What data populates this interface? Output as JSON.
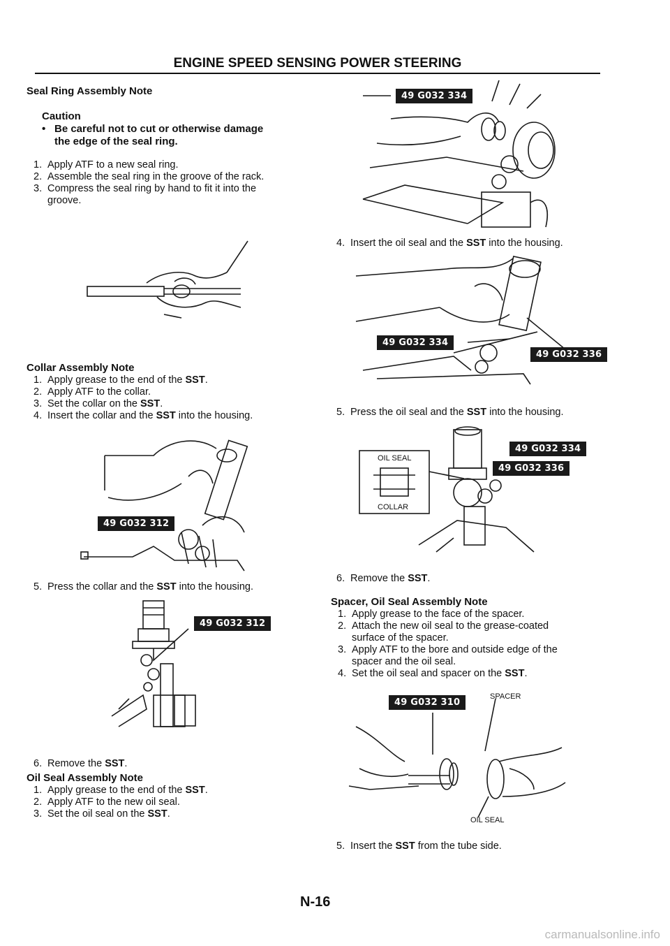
{
  "header": {
    "title": "ENGINE SPEED SENSING POWER STEERING"
  },
  "seal_ring": {
    "title": "Seal Ring Assembly Note",
    "caution_title": "Caution",
    "caution_line1": "Be careful not to cut or otherwise damage",
    "caution_line2": "the edge of the seal ring.",
    "steps": [
      {
        "n": "1.",
        "text": "Apply ATF to a new seal ring."
      },
      {
        "n": "2.",
        "text": "Assemble the seal ring in the groove of the rack."
      },
      {
        "n": "3.",
        "text": "Compress the seal ring by hand to fit it into the"
      },
      {
        "n": "",
        "text": "groove."
      }
    ]
  },
  "collar": {
    "title": "Collar Assembly Note",
    "steps": [
      {
        "n": "1.",
        "pre": "Apply grease to the end of the ",
        "b": "SST",
        "post": "."
      },
      {
        "n": "2.",
        "pre": "Apply ATF to the collar.",
        "b": "",
        "post": ""
      },
      {
        "n": "3.",
        "pre": "Set the collar on the ",
        "b": "SST",
        "post": "."
      },
      {
        "n": "4.",
        "pre": "Insert the collar and the ",
        "b": "SST",
        "post": " into the housing."
      }
    ],
    "step5": {
      "n": "5.",
      "pre": "Press the collar and the ",
      "b": "SST",
      "post": " into the housing."
    },
    "step6": {
      "n": "6.",
      "pre": "Remove the ",
      "b": "SST",
      "post": "."
    }
  },
  "oil_seal_left": {
    "title": "Oil Seal Assembly Note",
    "steps": [
      {
        "n": "1.",
        "pre": "Apply grease to the end of the ",
        "b": "SST",
        "post": "."
      },
      {
        "n": "2.",
        "pre": "Apply ATF to the new oil seal.",
        "b": "",
        "post": ""
      },
      {
        "n": "3.",
        "pre": "Set the oil seal on the ",
        "b": "SST",
        "post": "."
      }
    ]
  },
  "right": {
    "step4": {
      "n": "4.",
      "pre": "Insert the oil seal and the ",
      "b": "SST",
      "post": " into the housing."
    },
    "step5": {
      "n": "5.",
      "pre": "Press the oil seal and the ",
      "b": "SST",
      "post": " into the housing."
    },
    "step6": {
      "n": "6.",
      "pre": "Remove the ",
      "b": "SST",
      "post": "."
    },
    "spacer_title": "Spacer, Oil Seal Assembly Note",
    "spacer_steps": [
      {
        "n": "1.",
        "text": "Apply grease to the face of the spacer."
      },
      {
        "n": "2.",
        "text": "Attach the new oil seal to the grease-coated"
      },
      {
        "n": "",
        "text": "surface of the spacer."
      },
      {
        "n": "3.",
        "text": "Apply ATF to the bore and outside edge of the"
      },
      {
        "n": "",
        "text": "spacer and the oil seal."
      }
    ],
    "spacer_step4": {
      "n": "4.",
      "pre": "Set the oil seal and spacer on the ",
      "b": "SST",
      "post": "."
    },
    "step5b": {
      "n": "5.",
      "pre": "Insert the ",
      "b": "SST",
      "post": " from the tube side."
    }
  },
  "tags": {
    "t334": "49 G032 334",
    "t336": "49 G032 336",
    "t312": "49 G032 312",
    "t310": "49 G032 310"
  },
  "labels": {
    "oil_seal": "OIL SEAL",
    "collar": "COLLAR",
    "spacer": "SPACER"
  },
  "page_number": "N-16",
  "watermark": "carmanualsonline.info"
}
